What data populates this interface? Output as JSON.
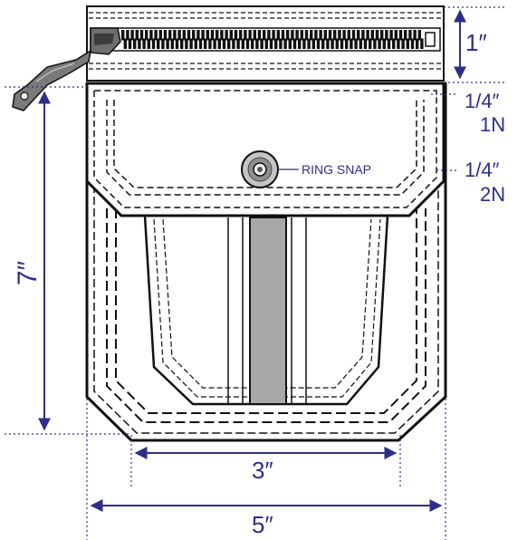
{
  "labels": {
    "zipper_height": "1″",
    "pocket_height": "7″",
    "pocket_width": "5″",
    "inner_width": "3″",
    "seam_one_fraction": "1/4″",
    "seam_one_needle": "1N",
    "seam_two_fraction": "1/4″",
    "seam_two_needle": "2N",
    "snap_label": "RING SNAP"
  },
  "colors": {
    "dimension": "#2e2e8a",
    "outline": "#111111",
    "center_stripe": "#a8a8a8",
    "zipper_puller": "#7a7a7a"
  }
}
